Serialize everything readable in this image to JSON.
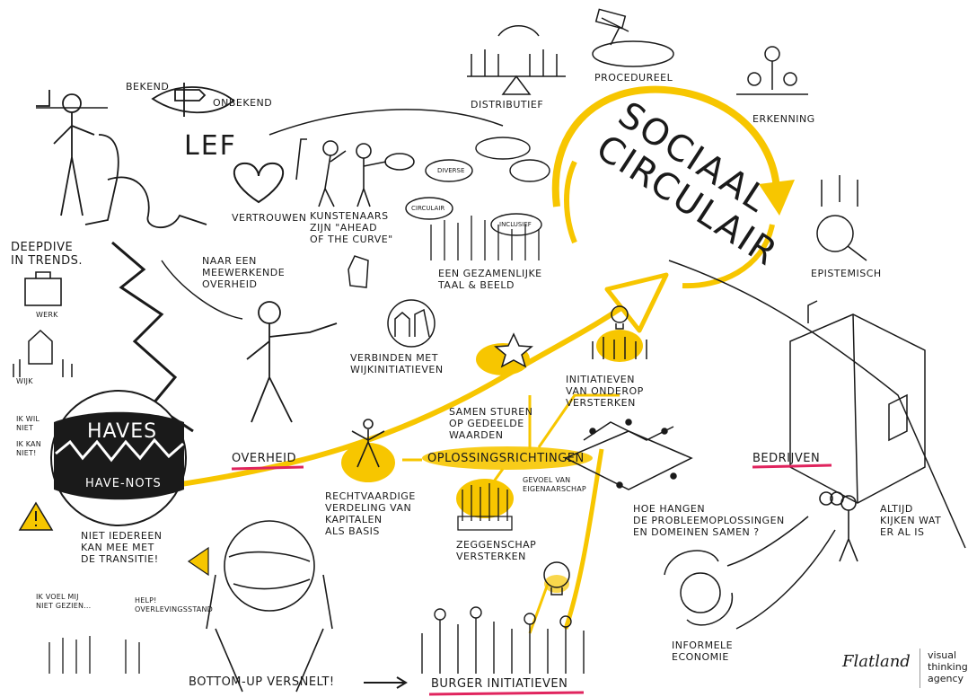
{
  "title": "SOCIAAL\nCIRCULAIR",
  "lef": "LEF",
  "labels": {
    "bekend": "BEKEND",
    "onbekend": "ONBEKEND",
    "distributief": "DISTRIBUTIEF",
    "procedureel": "PROCEDUREEL",
    "erkenning": "ERKENNING",
    "epistemisch": "EPISTEMISCH",
    "vertrouwen": "VERTROUWEN",
    "kunstenaars": "KUNSTENAARS\nZIJN \"AHEAD\nOF THE CURVE\"",
    "gezamenlijke": "EEN GEZAMENLIJKE\nTAAL & BEELD",
    "deepdive": "DEEPDIVE\nIN TRENDS.",
    "werk": "WERK",
    "wijk": "WIJK",
    "meewerkende": "NAAR EEN\nMEEWERKENDE\nOVERHEID",
    "overheid": "OVERHEID",
    "verbinden": "VERBINDEN MET\nWIJKINITIATIEVEN",
    "samen_sturen": "SAMEN STUREN\nOP GEDEELDE\nWAARDEN",
    "initiatieven": "INITIATIEVEN\nVAN ONDEROP\nVERSTERKEN",
    "oplossingsrichtingen": "OPLOSSINGSRICHTINGEN",
    "rechtvaardige": "RECHTVAARDIGE\nVERDELING VAN\nKAPITALEN\nALS BASIS",
    "gevoel": "GEVOEL VAN\nEIGENAARSCHAP",
    "zeggenschap": "ZEGGENSCHAP\nVERSTERKEN",
    "hoe_hangen": "HOE HANGEN\nDE PROBLEEMOPLOSSINGEN\nEN DOMEINEN SAMEN ?",
    "bedrijven": "BEDRIJVEN",
    "altijd": "ALTIJD\nKIJKEN WAT\nER AL IS",
    "haves": "HAVES",
    "have_nots": "HAVE-NOTS",
    "ik_wil_niet": "IK WIL\nNIET",
    "ik_kan_niet": "IK KAN\nNIET!",
    "niet_iedereen": "NIET IEDEREEN\nKAN MEE MET\nDE TRANSITIE!",
    "ik_voel": "IK VOEL MIJ\nNIET GEZIEN...",
    "help": "HELP!\nOVERLEVINGSSTAND",
    "informele": "INFORMELE\nECONOMIE",
    "bottom_up": "BOTTOM-UP VERSNELT!",
    "burger": "BURGER INITIATIEVEN",
    "diverse": "DIVERSE",
    "circulair": "CIRCULAIR",
    "inclusief": "INCLUSIEF"
  },
  "logo": {
    "brand": "Flatland",
    "tagline": "visual\nthinking\nagency"
  },
  "colors": {
    "accent_yellow": "#f7c600",
    "underline_pink": "#e0245e",
    "ink": "#1a1a1a"
  }
}
